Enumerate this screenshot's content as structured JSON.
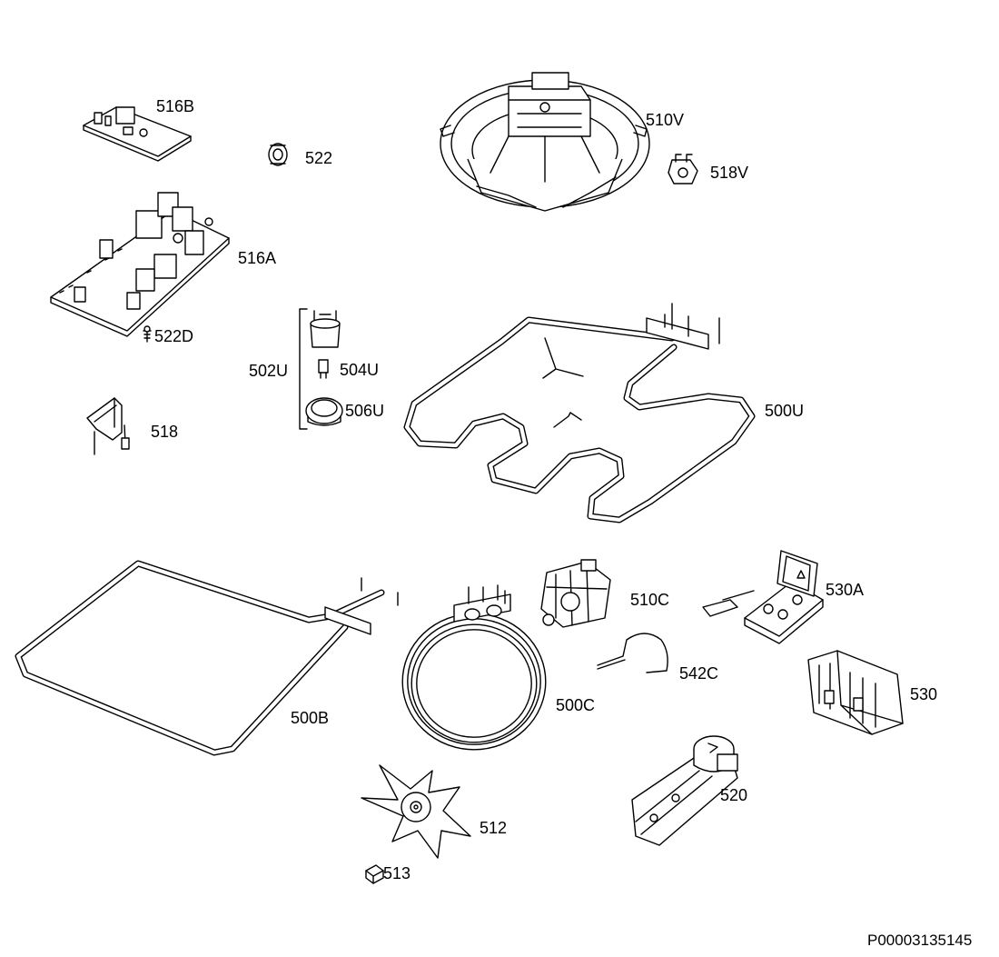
{
  "parts": {
    "p516B": "516B",
    "p522": "522",
    "p510V": "510V",
    "p518V": "518V",
    "p516A": "516A",
    "p522D": "522D",
    "p502U": "502U",
    "p504U": "504U",
    "p506U": "506U",
    "p518": "518",
    "p500U": "500U",
    "p510C": "510C",
    "p530A": "530A",
    "p542C": "542C",
    "p500B": "500B",
    "p500C": "500C",
    "p530": "530",
    "p520": "520",
    "p512": "512",
    "p513": "513"
  },
  "drawing_id": "P00003135145"
}
